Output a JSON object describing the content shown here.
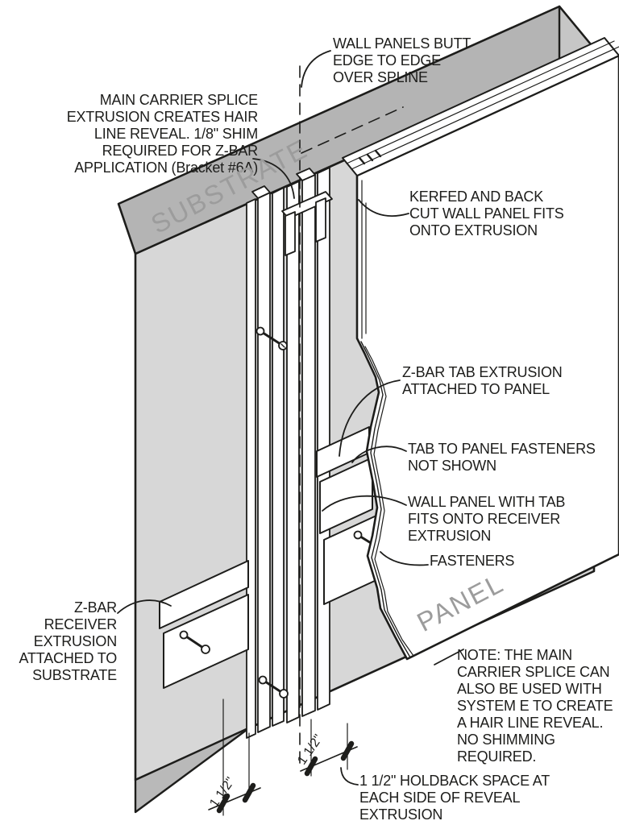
{
  "drawing": {
    "callouts": {
      "wall_panels": "WALL PANELS BUTT\nEDGE TO EDGE\nOVER SPLINE",
      "main_carrier": "MAIN CARRIER SPLICE\nEXTRUSION CREATES HAIR\nLINE REVEAL. 1/8\" SHIM\nREQUIRED FOR Z-BAR\nAPPLICATION (Bracket #6A)",
      "kerfed": "KERFED AND BACK\nCUT WALL PANEL FITS\nONTO EXTRUSION",
      "zbar_tab": "Z-BAR TAB EXTRUSION\nATTACHED TO PANEL",
      "tab_fasteners": "TAB TO PANEL FASTENERS\nNOT SHOWN",
      "wall_panel_tab": "WALL PANEL WITH TAB\nFITS ONTO RECEIVER\nEXTRUSION",
      "fasteners": "FASTENERS",
      "zbar_receiver": "Z-BAR RECEIVER\nEXTRUSION\nATTACHED TO\nSUBSTRATE",
      "note": "NOTE:  THE MAIN\nCARRIER SPLICE CAN\nALSO BE USED WITH\nSYSTEM E TO CREATE\nA HAIR LINE REVEAL.\nNO SHIMMING\nREQUIRED.",
      "holdback": "1 1/2\" HOLDBACK SPACE AT\nEACH SIDE OF REVEAL\nEXTRUSION"
    },
    "part_labels": {
      "substrate": "SUBSTRATE",
      "panel": "PANEL"
    },
    "dimensions": {
      "left": "1 1/2\"",
      "right": "1 1/2\""
    },
    "colors": {
      "line": "#1d1d1b",
      "substrate_top": "#b4b4b4",
      "substrate_face": "#d7d7d7",
      "substrate_end": "#c6c6c6",
      "panel_face": "#ffffff",
      "label_gray": "#9c9c9c"
    }
  }
}
